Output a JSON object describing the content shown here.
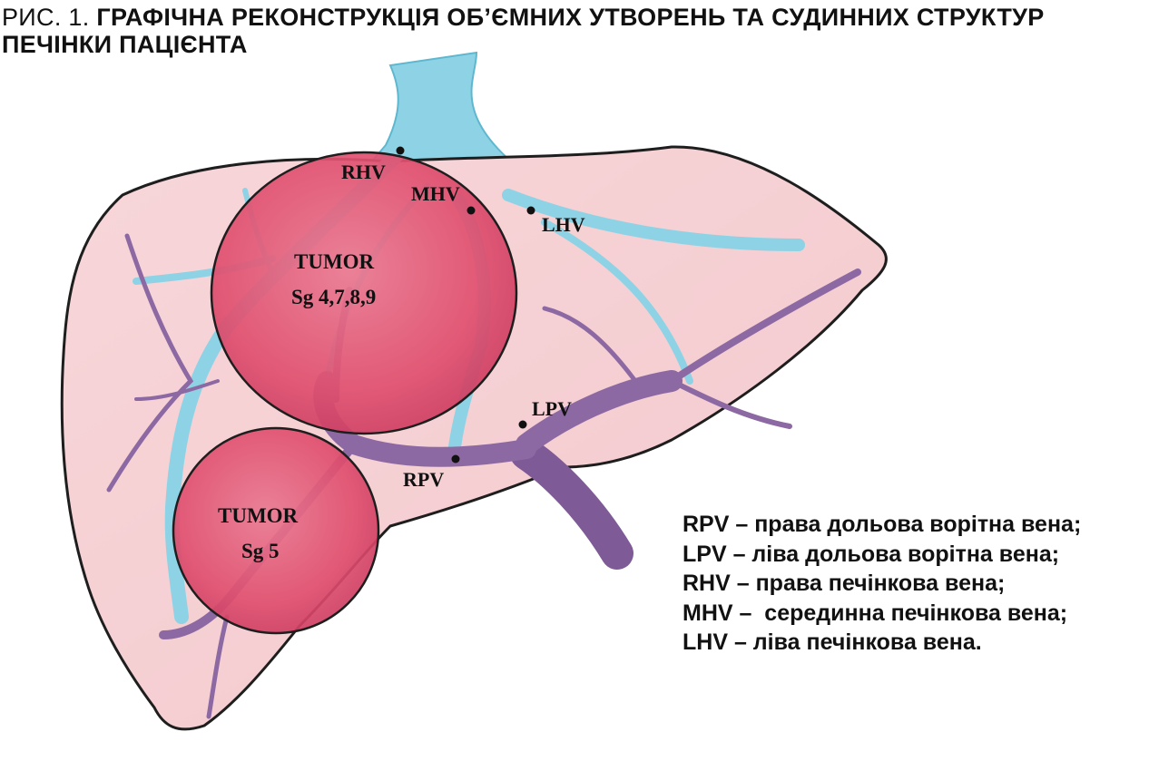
{
  "title": {
    "prefix": "РИС. 1.",
    "text": "ГРАФІЧНА РЕКОНСТРУКЦІЯ ОБ’ЄМНИХ УТВОРЕНЬ ТА СУДИННИХ СТРУКТУР ПЕЧІНКИ ПАЦІЄНТА"
  },
  "vessel_labels": {
    "rhv": "RHV",
    "mhv": "MHV",
    "lhv": "LHV",
    "lpv": "LPV",
    "rpv": "RPV"
  },
  "tumors": {
    "large": {
      "line1": "TUMOR",
      "line2": "Sg 4,7,8,9"
    },
    "small": {
      "line1": "TUMOR",
      "line2": "Sg 5"
    }
  },
  "legend": [
    "RPV – права дольова ворітна вена;",
    "LPV – ліва дольова ворітна вена;",
    "RHV – права печінкова вена;",
    "MHV –  серединна печінкова вена;",
    "LHV – ліва печінкова вена."
  ],
  "colors": {
    "liver_fill": "#f6d3d6",
    "liver_outline": "#1e1e1e",
    "tumor_fill": "#e0506f",
    "hepatic_veins": "#8dd3e5",
    "portal_veins": "#8d69a3"
  }
}
